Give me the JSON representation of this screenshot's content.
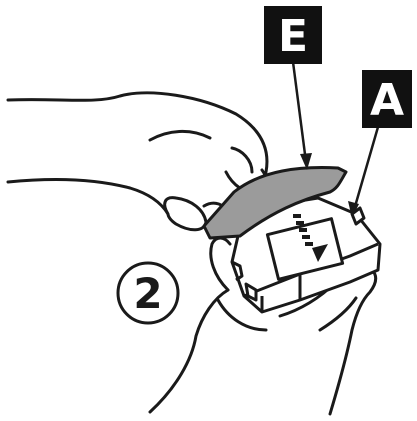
{
  "callouts": {
    "e": "E",
    "a": "A"
  },
  "step": {
    "number": "2"
  },
  "colors": {
    "ink": "#1a1a1a",
    "label_bg": "#111111",
    "label_text": "#ffffff",
    "tape_fill": "#9b9b9b",
    "paper": "#ffffff"
  }
}
